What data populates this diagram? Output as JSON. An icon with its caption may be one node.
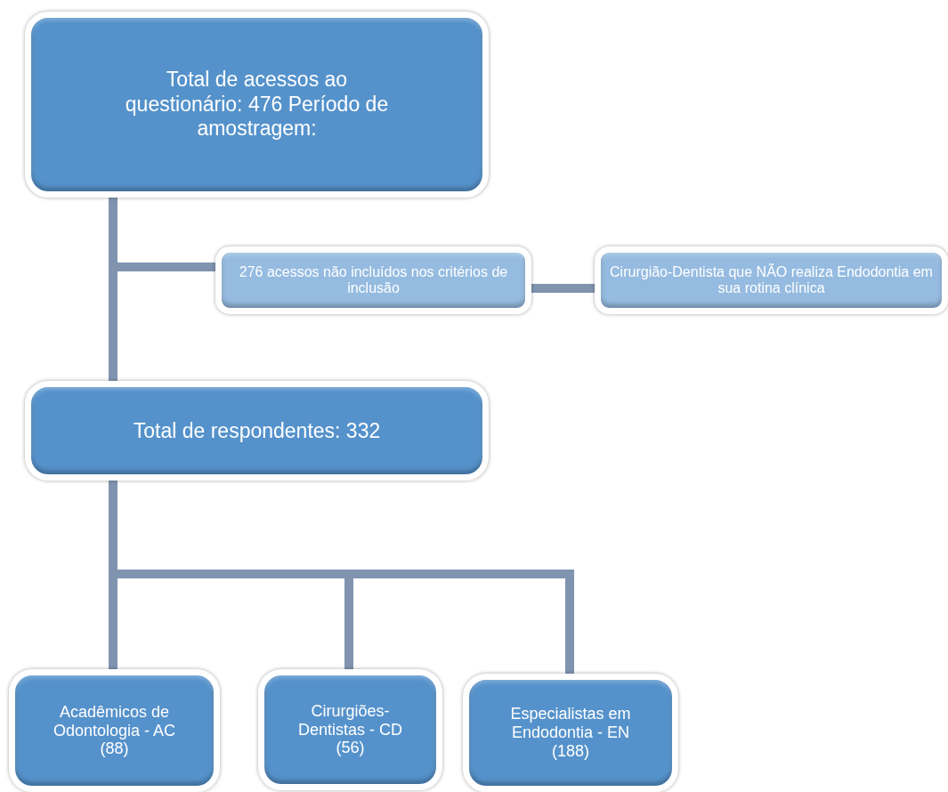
{
  "diagram": {
    "nodes": [
      {
        "text": [
          "Total de acessos ao questionário: 476 Período de amostragem:"
        ]
      },
      {
        "text": [
          "276 acessos não incluídos nos critérios de inclusão"
        ]
      },
      {
        "text": [
          "Cirurgião-Dentista que NÃO realiza Endodontia em sua rotina clínica"
        ]
      },
      {
        "text": [
          "Total de respondentes: 332"
        ]
      },
      {
        "text": [
          "Acadêmicos de Odontologia - AC (88)"
        ]
      },
      {
        "text": [
          "Cirurgiões-Dentistas - CD (56)"
        ]
      },
      {
        "text": [
          "Especialistas em Endodontia - EN (188)"
        ]
      }
    ],
    "edges": [
      {
        "from": 0,
        "to": 3,
        "arrow": "none"
      },
      {
        "from": 0,
        "to": 1,
        "arrow": "none"
      },
      {
        "from": 1,
        "to": 2,
        "arrow": "none"
      },
      {
        "from": 3,
        "to": 4,
        "arrow": "none"
      },
      {
        "from": 3,
        "to": 5,
        "arrow": "none"
      },
      {
        "from": 3,
        "to": 6,
        "arrow": "none"
      }
    ]
  }
}
